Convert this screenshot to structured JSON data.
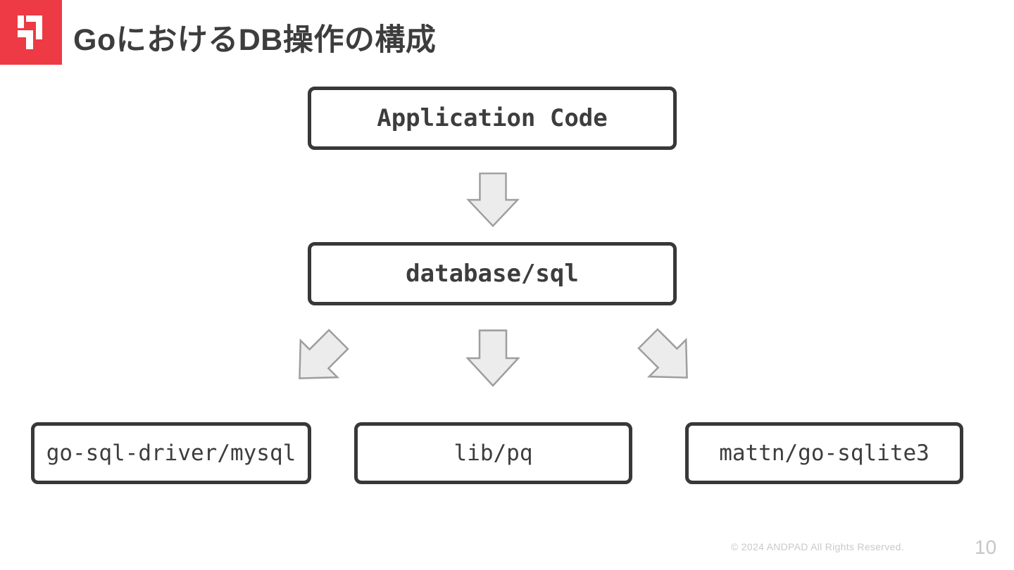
{
  "slide": {
    "title": "GoにおけるDB操作の構成",
    "logo": "andpad-logo",
    "footer": {
      "copyright": "© 2024 ANDPAD All Rights Reserved.",
      "page_number": "10"
    },
    "colors": {
      "accent_red": "#ed3a45",
      "box_border": "#383838",
      "text_dark": "#3d3d3d",
      "arrow_fill": "#ececec",
      "arrow_stroke": "#9e9e9e",
      "footer_text": "#c9c9c9",
      "background": "#ffffff"
    }
  },
  "diagram": {
    "nodes": [
      {
        "id": "application-code",
        "label": "Application Code",
        "bold": true
      },
      {
        "id": "database-sql",
        "label": "database/sql",
        "bold": true
      },
      {
        "id": "go-sql-driver-mysql",
        "label": "go-sql-driver/mysql",
        "bold": false
      },
      {
        "id": "lib-pq",
        "label": "lib/pq",
        "bold": false
      },
      {
        "id": "mattn-go-sqlite3",
        "label": "mattn/go-sqlite3",
        "bold": false
      }
    ],
    "edges": [
      {
        "from": "application-code",
        "to": "database-sql",
        "arrow": "down"
      },
      {
        "from": "database-sql",
        "to": "go-sql-driver-mysql",
        "arrow": "down-left"
      },
      {
        "from": "database-sql",
        "to": "lib-pq",
        "arrow": "down"
      },
      {
        "from": "database-sql",
        "to": "mattn-go-sqlite3",
        "arrow": "down-right"
      }
    ]
  }
}
